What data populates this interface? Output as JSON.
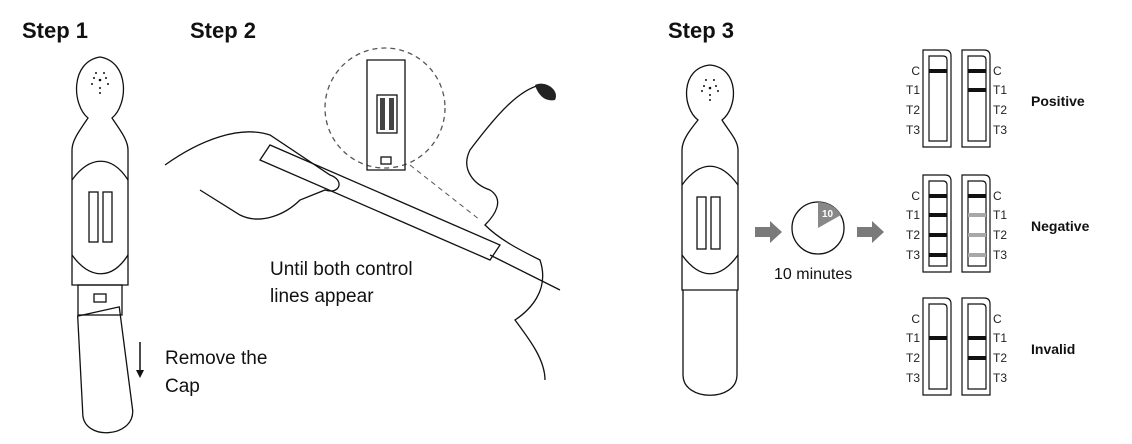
{
  "steps": {
    "step1": {
      "title": "Step 1",
      "caption_line1": "Remove the",
      "caption_line2": "Cap"
    },
    "step2": {
      "title": "Step 2",
      "caption_line1": "Until both control",
      "caption_line2": "lines appear"
    },
    "step3": {
      "title": "Step 3",
      "timer_label": "10",
      "timer_caption": "10 minutes"
    }
  },
  "band_labels": [
    "C",
    "T1",
    "T2",
    "T3"
  ],
  "results": [
    {
      "label": "Positive",
      "strips": [
        [
          1,
          0,
          0,
          0
        ],
        [
          1,
          1,
          0,
          0
        ]
      ]
    },
    {
      "label": "Negative",
      "strips": [
        [
          1,
          1,
          1,
          1
        ],
        [
          1,
          0.5,
          0.5,
          0.5
        ]
      ]
    },
    {
      "label": "Invalid",
      "strips": [
        [
          0,
          1,
          0,
          0
        ],
        [
          0,
          1,
          1,
          0
        ]
      ]
    }
  ],
  "colors": {
    "arrow": "#7a7a7a",
    "line_strong": "#111111",
    "line_faint": "#a8a8a8"
  }
}
